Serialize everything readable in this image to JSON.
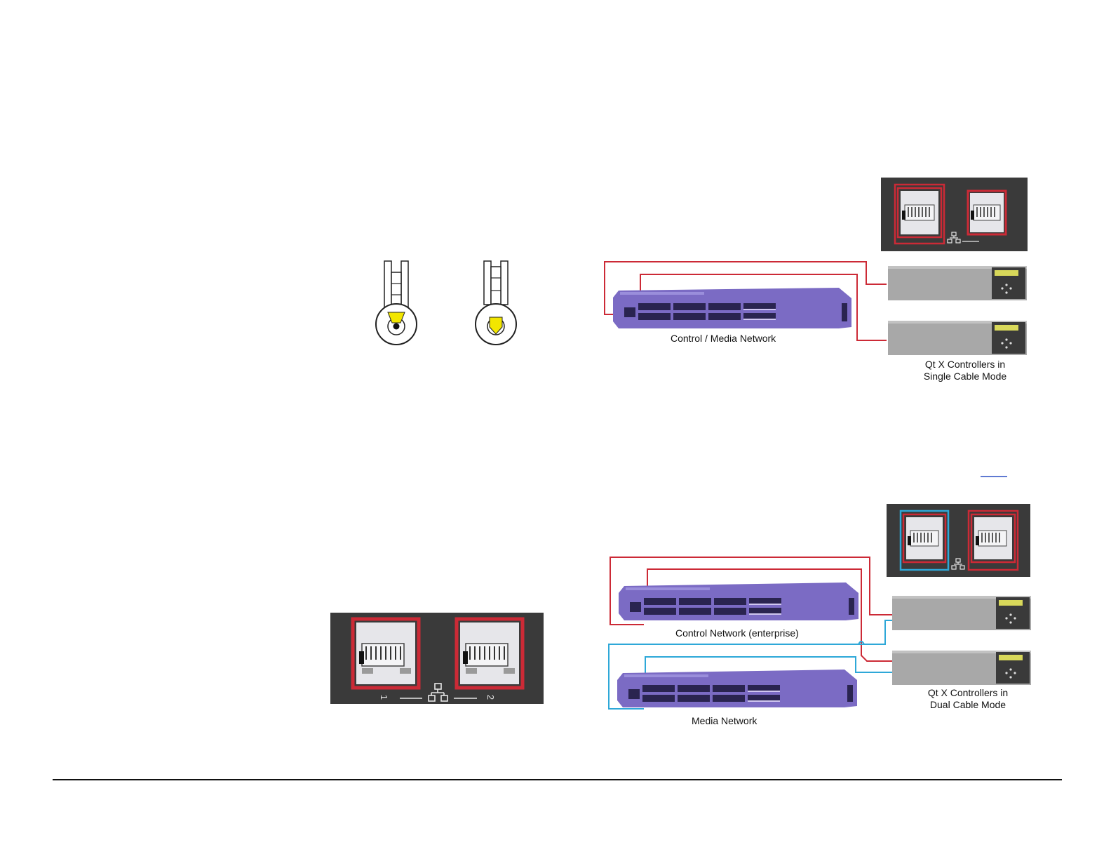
{
  "diagram_single": {
    "switch_label": "Control / Media Network",
    "controllers_label_line1": "Qt X Controllers in",
    "controllers_label_line2": "Single Cable Mode"
  },
  "diagram_dual": {
    "control_switch_label": "Control Network (enterprise)",
    "media_switch_label": "Media Network",
    "controllers_label_line1": "Qt X Controllers in",
    "controllers_label_line2": "Dual Cable Mode"
  },
  "port_panel": {
    "port1_number": "1",
    "port2_number": "2"
  },
  "colors": {
    "control_cable": "#cc2a36",
    "media_cable": "#2ea8d8",
    "switch_body": "#7b6bc4",
    "controller_body": "#a8a8a8",
    "panel_bg": "#3a3a3a",
    "highlight_yellow": "#f2e600"
  }
}
